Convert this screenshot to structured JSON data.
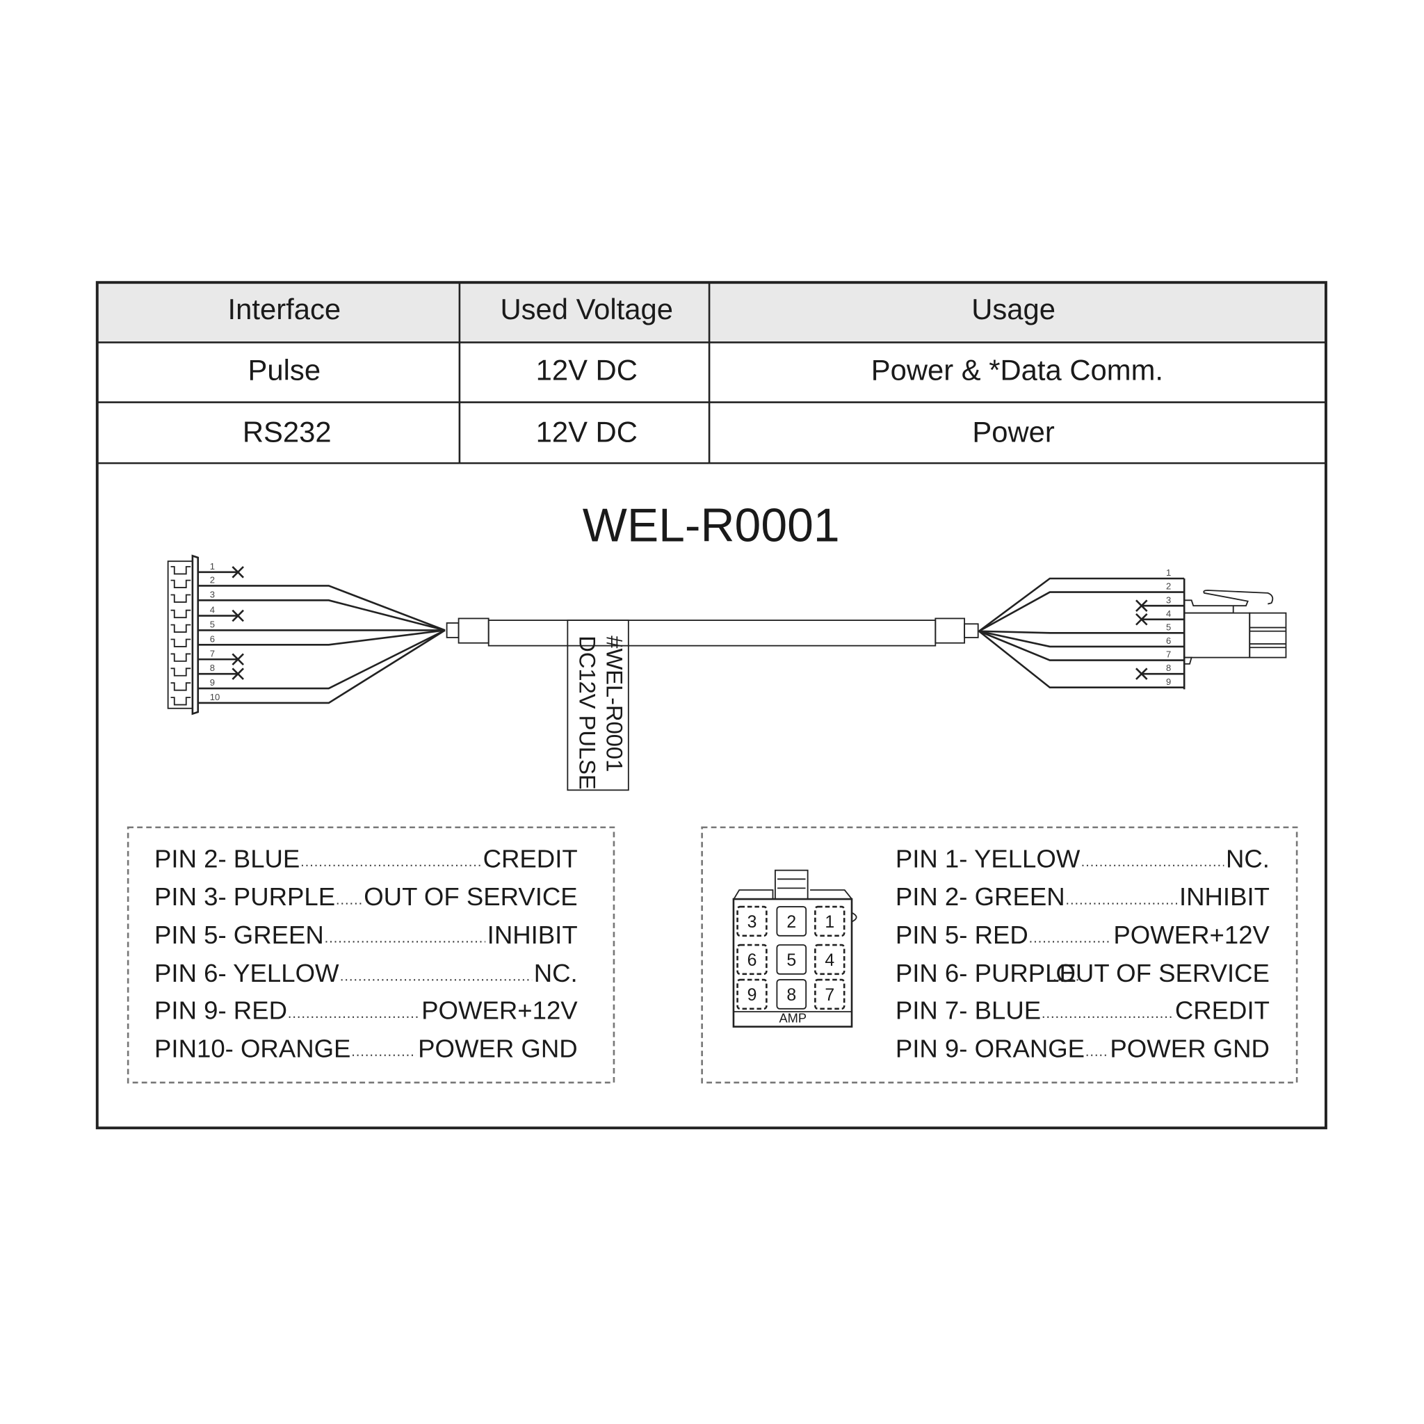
{
  "table": {
    "headers": [
      "Interface",
      "Used Voltage",
      "Usage"
    ],
    "rows": [
      [
        "Pulse",
        "12V DC",
        "Power & *Data Comm."
      ],
      [
        "RS232",
        "12V DC",
        "Power"
      ]
    ],
    "header_bg": "#e9e9e9"
  },
  "diagram": {
    "title": "WEL-R0001",
    "cable_label": [
      "#WEL-R0001",
      "DC12V PULSE"
    ],
    "left_connector": {
      "pin_numbers": [
        "1",
        "2",
        "3",
        "4",
        "5",
        "6",
        "7",
        "8",
        "9",
        "10"
      ],
      "not_connected": [
        "1",
        "4",
        "7",
        "8"
      ]
    },
    "right_connector": {
      "pin_numbers": [
        "1",
        "2",
        "3",
        "4",
        "5",
        "6",
        "7",
        "8",
        "9"
      ],
      "not_connected": [
        "3",
        "4",
        "8"
      ]
    },
    "amp_connector": {
      "brand": "AMP",
      "cavities": [
        "3",
        "2",
        "1",
        "6",
        "5",
        "4",
        "9",
        "8",
        "7"
      ],
      "unused_cavities": [
        "3",
        "1",
        "6",
        "4",
        "9",
        "7"
      ]
    }
  },
  "pinouts": {
    "left": [
      {
        "pin": "PIN 2- BLUE",
        "function": "CREDIT"
      },
      {
        "pin": "PIN 3- PURPLE",
        "function": "OUT OF SERVICE"
      },
      {
        "pin": "PIN 5- GREEN",
        "function": "INHIBIT"
      },
      {
        "pin": "PIN 6- YELLOW",
        "function": "NC."
      },
      {
        "pin": "PIN 9- RED",
        "function": "POWER+12V"
      },
      {
        "pin": "PIN10- ORANGE",
        "function": "POWER GND"
      }
    ],
    "right": [
      {
        "pin": "PIN 1- YELLOW",
        "function": "NC."
      },
      {
        "pin": "PIN 2- GREEN",
        "function": "INHIBIT"
      },
      {
        "pin": "PIN 5- RED",
        "function": "POWER+12V"
      },
      {
        "pin": "PIN 6- PURPLE",
        "function": "OUT OF SERVICE"
      },
      {
        "pin": "PIN 7- BLUE",
        "function": "CREDIT"
      },
      {
        "pin": "PIN 9- ORANGE",
        "function": "POWER GND"
      }
    ]
  }
}
